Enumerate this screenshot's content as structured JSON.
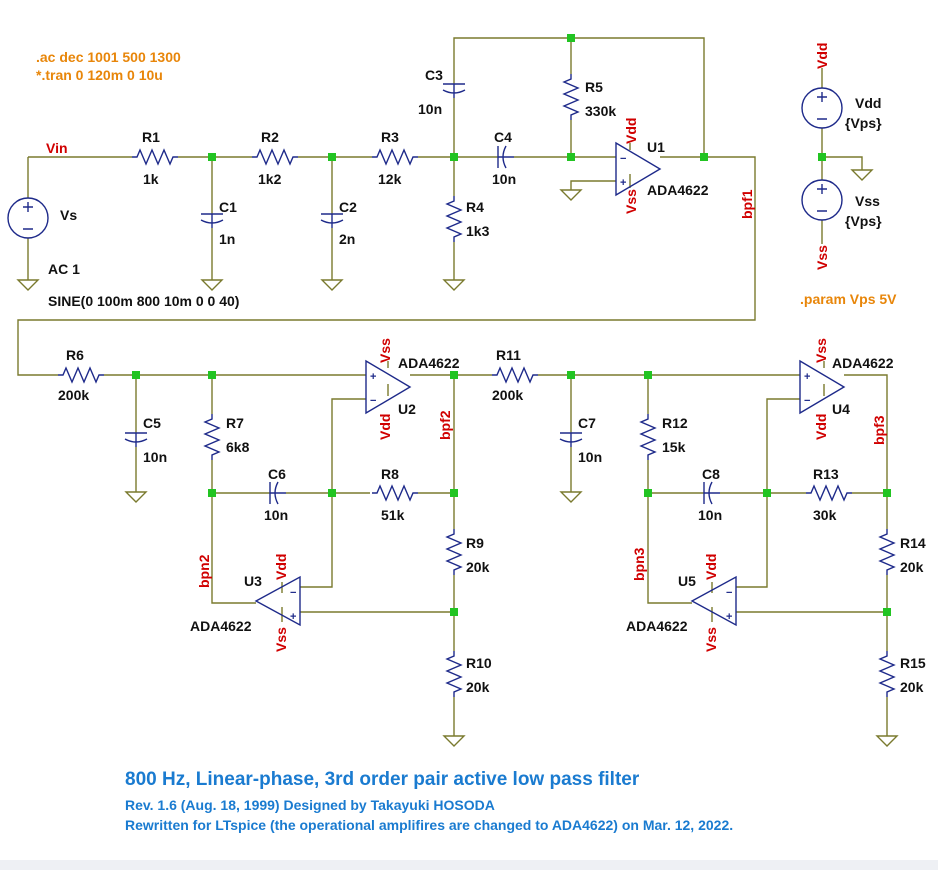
{
  "directives": {
    "ac": ".ac dec 1001 500 1300",
    "tran": "*.tran 0 120m 0 10u",
    "param": ".param Vps 5V"
  },
  "nets": {
    "vin": "Vin",
    "bpf1": "bpf1",
    "bpf2": "bpf2",
    "bpf3": "bpf3",
    "bpn2": "bpn2",
    "bpn3": "bpn3",
    "vdd": "Vdd",
    "vss": "Vss"
  },
  "sources": {
    "vs": {
      "name": "Vs",
      "ac": "AC 1",
      "sine": "SINE(0 100m 800 10m 0 0 40)"
    },
    "vdd": {
      "name": "Vdd",
      "value": "{Vps}"
    },
    "vss": {
      "name": "Vss",
      "value": "{Vps}"
    }
  },
  "resistors": [
    {
      "ref": "R1",
      "value": "1k"
    },
    {
      "ref": "R2",
      "value": "1k2"
    },
    {
      "ref": "R3",
      "value": "12k"
    },
    {
      "ref": "R4",
      "value": "1k3"
    },
    {
      "ref": "R5",
      "value": "330k"
    },
    {
      "ref": "R6",
      "value": "200k"
    },
    {
      "ref": "R7",
      "value": "6k8"
    },
    {
      "ref": "R8",
      "value": "51k"
    },
    {
      "ref": "R9",
      "value": "20k"
    },
    {
      "ref": "R10",
      "value": "20k"
    },
    {
      "ref": "R11",
      "value": "200k"
    },
    {
      "ref": "R12",
      "value": "15k"
    },
    {
      "ref": "R13",
      "value": "30k"
    },
    {
      "ref": "R14",
      "value": "20k"
    },
    {
      "ref": "R15",
      "value": "20k"
    }
  ],
  "capacitors": [
    {
      "ref": "C1",
      "value": "1n"
    },
    {
      "ref": "C2",
      "value": "2n"
    },
    {
      "ref": "C3",
      "value": "10n"
    },
    {
      "ref": "C4",
      "value": "10n"
    },
    {
      "ref": "C5",
      "value": "10n"
    },
    {
      "ref": "C6",
      "value": "10n"
    },
    {
      "ref": "C7",
      "value": "10n"
    },
    {
      "ref": "C8",
      "value": "10n"
    }
  ],
  "opamps": [
    {
      "ref": "U1",
      "model": "ADA4622"
    },
    {
      "ref": "U2",
      "model": "ADA4622"
    },
    {
      "ref": "U3",
      "model": "ADA4622"
    },
    {
      "ref": "U4",
      "model": "ADA4622"
    },
    {
      "ref": "U5",
      "model": "ADA4622"
    }
  ],
  "title": "800 Hz, Linear-phase, 3rd order pair active low pass filter",
  "revision": "Rev. 1.6 (Aug. 18, 1999) Designed by Takayuki HOSODA",
  "rewrite": "Rewritten for LTspice (the operational amplifires are changed to ADA4622) on Mar. 12, 2022.",
  "colors": {
    "wire": "#7a7a2e",
    "component": "#1e2a8a",
    "net_label": "#d00000",
    "directive": "#e8860a",
    "title": "#1a7bd0",
    "junction": "#22c422"
  }
}
